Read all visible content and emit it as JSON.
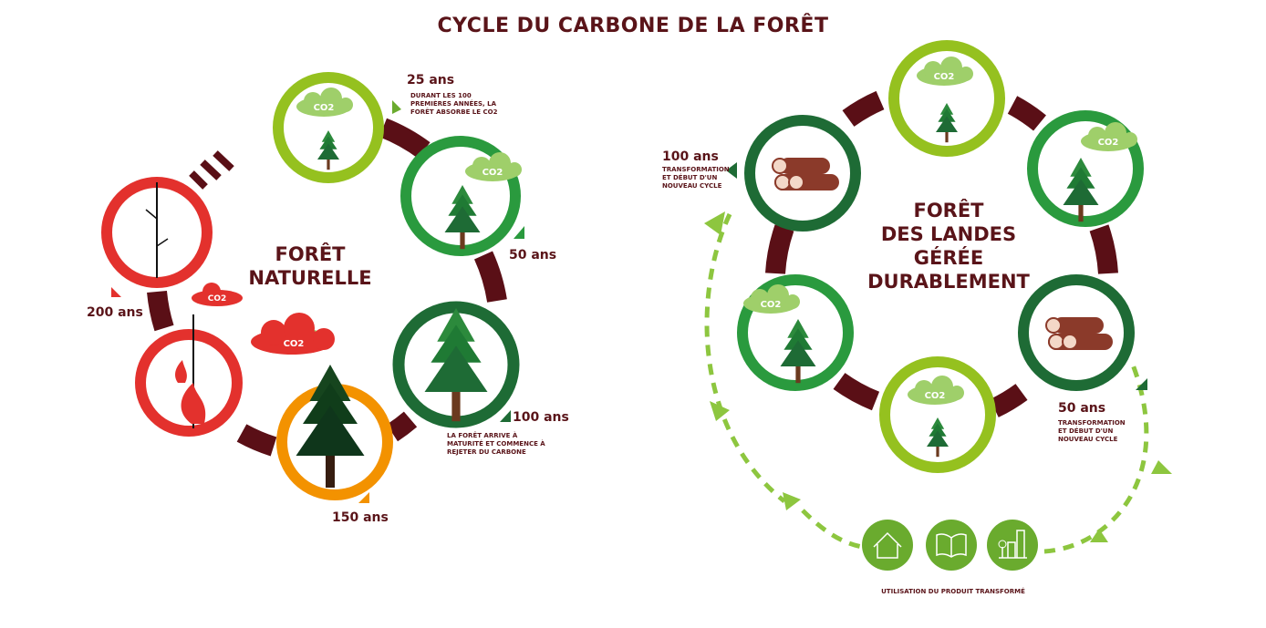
{
  "title": "CYCLE DU CARBONE DE LA FORÊT",
  "colors": {
    "text": "#5a1419",
    "arrow": "#5a0f16",
    "light_green": "#95c11f",
    "green": "#2a9a3e",
    "dark_green": "#1e6b35",
    "orange": "#f39200",
    "red": "#e3312d",
    "usage_green": "#6aab2e"
  },
  "natural_forest": {
    "label_line1": "FORÊT",
    "label_line2": "NATURELLE",
    "stages": [
      {
        "age": "25 ans",
        "caption": "Durant les 100 premières années, la forêt absorbe le CO2"
      },
      {
        "age": "50 ans"
      },
      {
        "age": "100 ans",
        "caption": "La forêt arrive à maturité et commence à rejeter du carbone"
      },
      {
        "age": "150 ans"
      },
      {
        "age": "200 ans"
      }
    ],
    "co2": "CO2"
  },
  "managed_forest": {
    "label_lines": [
      "FORÊT",
      "DES LANDES",
      "GÉRÉE",
      "DURABLEMENT"
    ],
    "stages": [
      {
        "age": "100 ans",
        "caption": "Transformation et début d'un nouveau cycle"
      },
      {
        "age": "50 ans",
        "caption": "Transformation et début d'un nouveau cycle"
      }
    ],
    "co2": "CO2",
    "usage_caption": "UTILISATION DU PRODUIT TRANSFORMÉ",
    "usage_icons": [
      "house-icon",
      "book-icon",
      "city-icon"
    ]
  }
}
